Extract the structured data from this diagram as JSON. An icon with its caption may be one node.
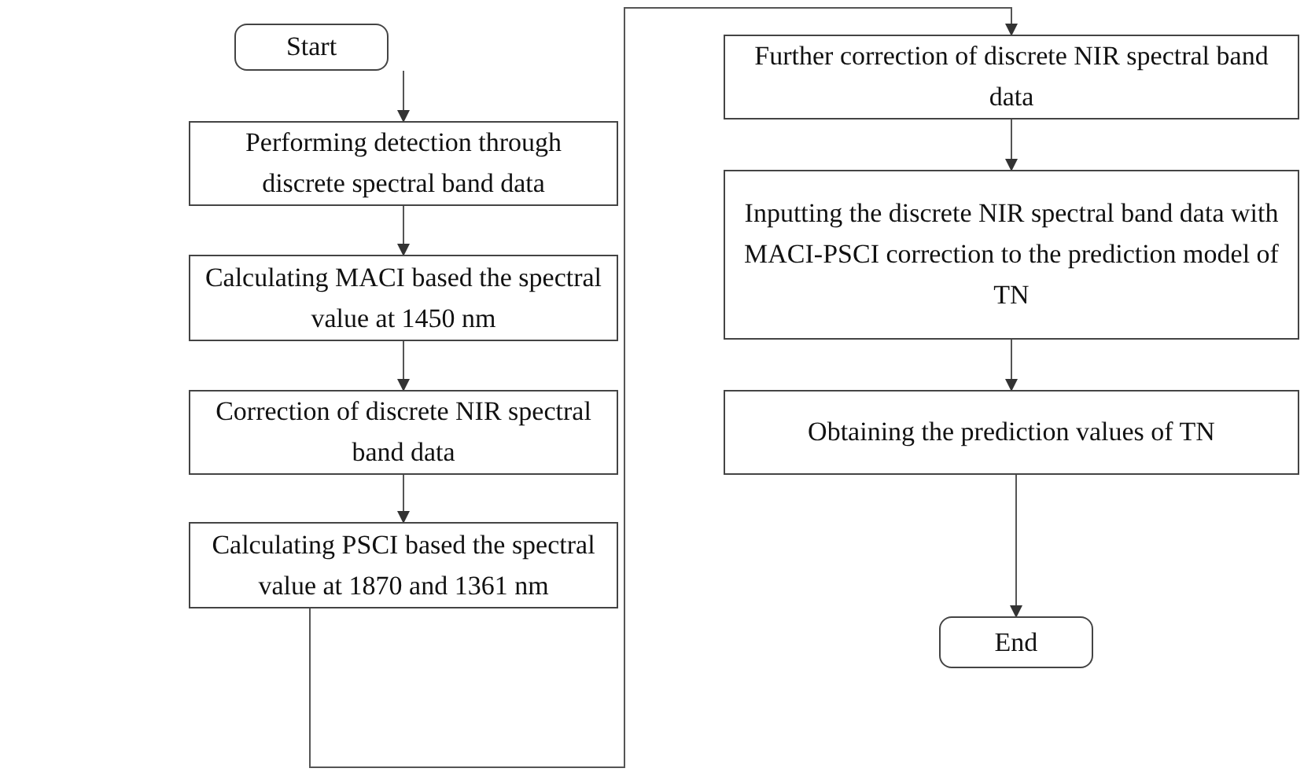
{
  "diagram": {
    "nodes": [
      {
        "text": [
          "Start"
        ]
      },
      {
        "text": [
          "Performing detection through discrete spectral band data"
        ]
      },
      {
        "text": [
          "Calculating MACI based the spectral value at 1450 nm"
        ]
      },
      {
        "text": [
          "Correction of discrete NIR spectral band data"
        ]
      },
      {
        "text": [
          "Calculating PSCI based the spectral value at  1870 and 1361 nm"
        ]
      },
      {
        "text": [
          "Further correction of discrete NIR spectral band data"
        ]
      },
      {
        "text": [
          "Inputting the discrete NIR spectral band data with MACI-PSCI correction to the prediction model of TN"
        ]
      },
      {
        "text": [
          "Obtaining the prediction values of TN"
        ]
      },
      {
        "text": [
          "End"
        ]
      }
    ],
    "edges": [
      {
        "from": 0,
        "to": 1,
        "arrow": "to"
      },
      {
        "from": 1,
        "to": 2,
        "arrow": "to"
      },
      {
        "from": 2,
        "to": 3,
        "arrow": "to"
      },
      {
        "from": 3,
        "to": 4,
        "arrow": "to"
      },
      {
        "from": 4,
        "to": 5,
        "arrow": "to"
      },
      {
        "from": 5,
        "to": 6,
        "arrow": "to"
      },
      {
        "from": 6,
        "to": 7,
        "arrow": "to"
      },
      {
        "from": 7,
        "to": 8,
        "arrow": "to"
      }
    ]
  }
}
